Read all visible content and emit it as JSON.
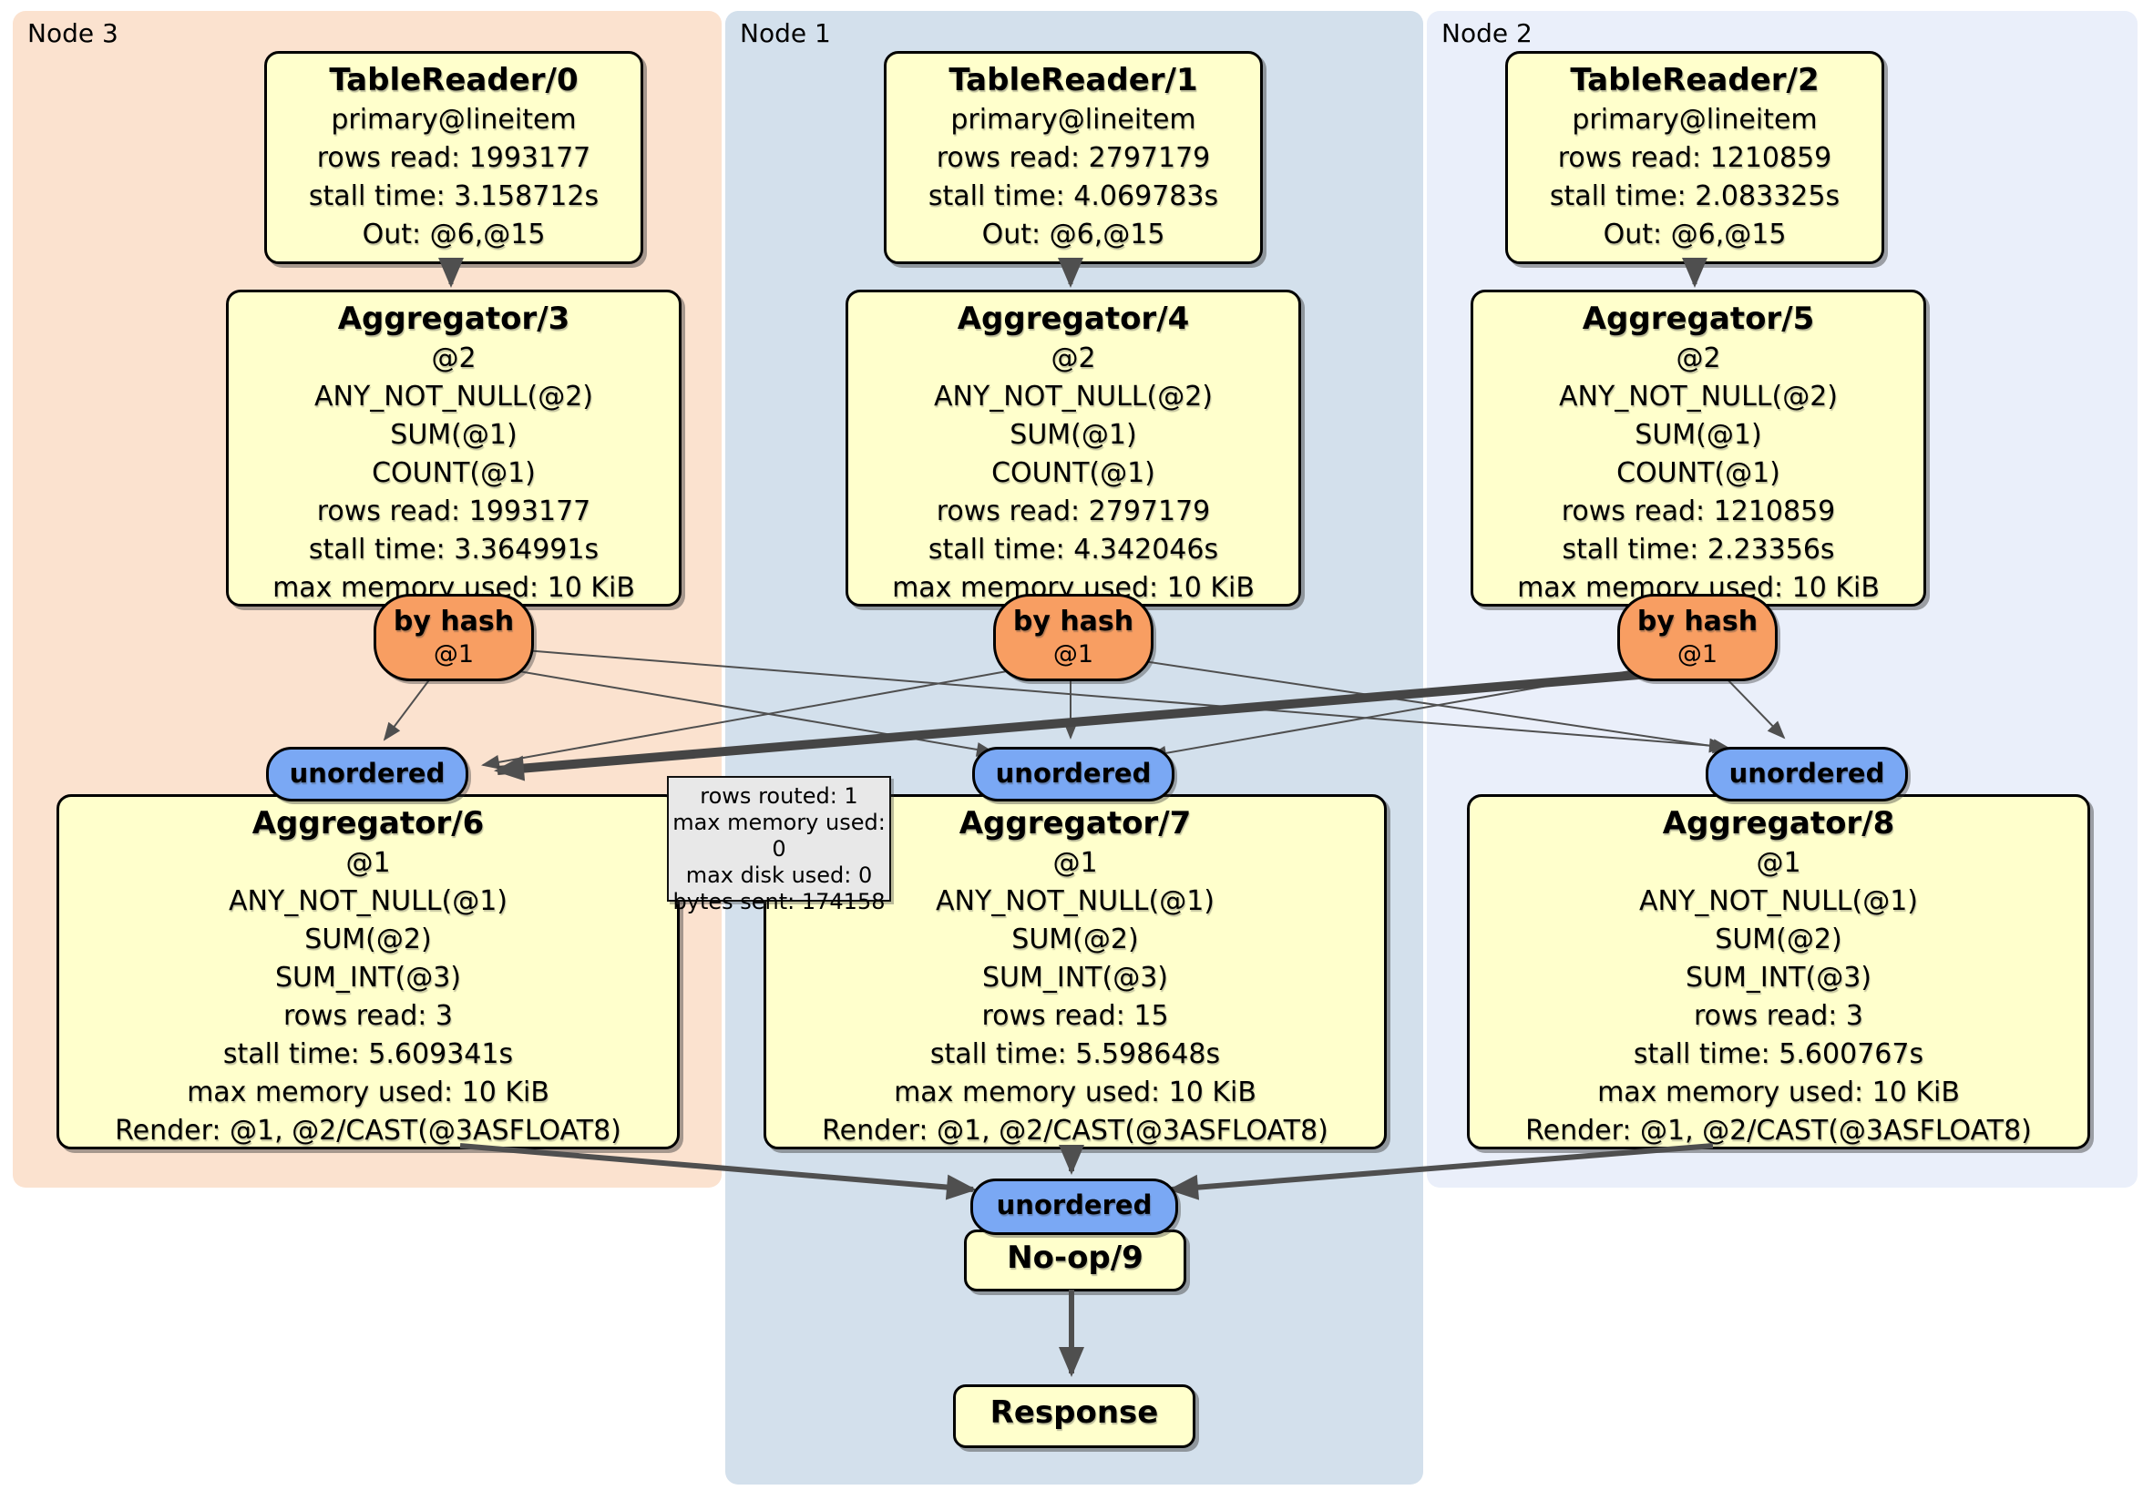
{
  "colors": {
    "node3_bg": "#fbe2cf",
    "node1_bg": "#d3e0ec",
    "node2_bg": "#eaeffa",
    "box_bg": "#ffffcc",
    "router_bg": "#f89e62",
    "stream_bg": "#7aa8f4",
    "edge": "#4f4f4f",
    "tooltip_bg": "#e8e8e8"
  },
  "regions": [
    {
      "label": "Node 3"
    },
    {
      "label": "Node 1"
    },
    {
      "label": "Node 2"
    }
  ],
  "routers": {
    "by_hash_label": "by hash",
    "by_hash_sub": "@1",
    "stream_label": "unordered"
  },
  "processors": {
    "tr0": {
      "title": "TableReader/0",
      "lines": [
        "primary@lineitem",
        "rows read: 1993177",
        "stall time: 3.158712s",
        "Out: @6,@15"
      ]
    },
    "tr1": {
      "title": "TableReader/1",
      "lines": [
        "primary@lineitem",
        "rows read: 2797179",
        "stall time: 4.069783s",
        "Out: @6,@15"
      ]
    },
    "tr2": {
      "title": "TableReader/2",
      "lines": [
        "primary@lineitem",
        "rows read: 1210859",
        "stall time: 2.083325s",
        "Out: @6,@15"
      ]
    },
    "agg3": {
      "title": "Aggregator/3",
      "lines": [
        "@2",
        "ANY_NOT_NULL(@2)",
        "SUM(@1)",
        "COUNT(@1)",
        "rows read: 1993177",
        "stall time: 3.364991s",
        "max memory used: 10 KiB"
      ]
    },
    "agg4": {
      "title": "Aggregator/4",
      "lines": [
        "@2",
        "ANY_NOT_NULL(@2)",
        "SUM(@1)",
        "COUNT(@1)",
        "rows read: 2797179",
        "stall time: 4.342046s",
        "max memory used: 10 KiB"
      ]
    },
    "agg5": {
      "title": "Aggregator/5",
      "lines": [
        "@2",
        "ANY_NOT_NULL(@2)",
        "SUM(@1)",
        "COUNT(@1)",
        "rows read: 1210859",
        "stall time: 2.23356s",
        "max memory used: 10 KiB"
      ]
    },
    "agg6": {
      "title": "Aggregator/6",
      "lines": [
        "@1",
        "ANY_NOT_NULL(@1)",
        "SUM(@2)",
        "SUM_INT(@3)",
        "rows read: 3",
        "stall time: 5.609341s",
        "max memory used: 10 KiB",
        "Render: @1, @2/CAST(@3ASFLOAT8)"
      ]
    },
    "agg7": {
      "title": "Aggregator/7",
      "lines": [
        "@1",
        "ANY_NOT_NULL(@1)",
        "SUM(@2)",
        "SUM_INT(@3)",
        "rows read: 15",
        "stall time: 5.598648s",
        "max memory used: 10 KiB",
        "Render: @1, @2/CAST(@3ASFLOAT8)"
      ]
    },
    "agg8": {
      "title": "Aggregator/8",
      "lines": [
        "@1",
        "ANY_NOT_NULL(@1)",
        "SUM(@2)",
        "SUM_INT(@3)",
        "rows read: 3",
        "stall time: 5.600767s",
        "max memory used: 10 KiB",
        "Render: @1, @2/CAST(@3ASFLOAT8)"
      ]
    },
    "noop": {
      "title": "No-op/9"
    },
    "response": {
      "title": "Response"
    }
  },
  "tooltip": {
    "lines": [
      "rows routed: 1",
      "max memory used: 0",
      "max disk used: 0",
      "bytes sent: 174158"
    ]
  }
}
